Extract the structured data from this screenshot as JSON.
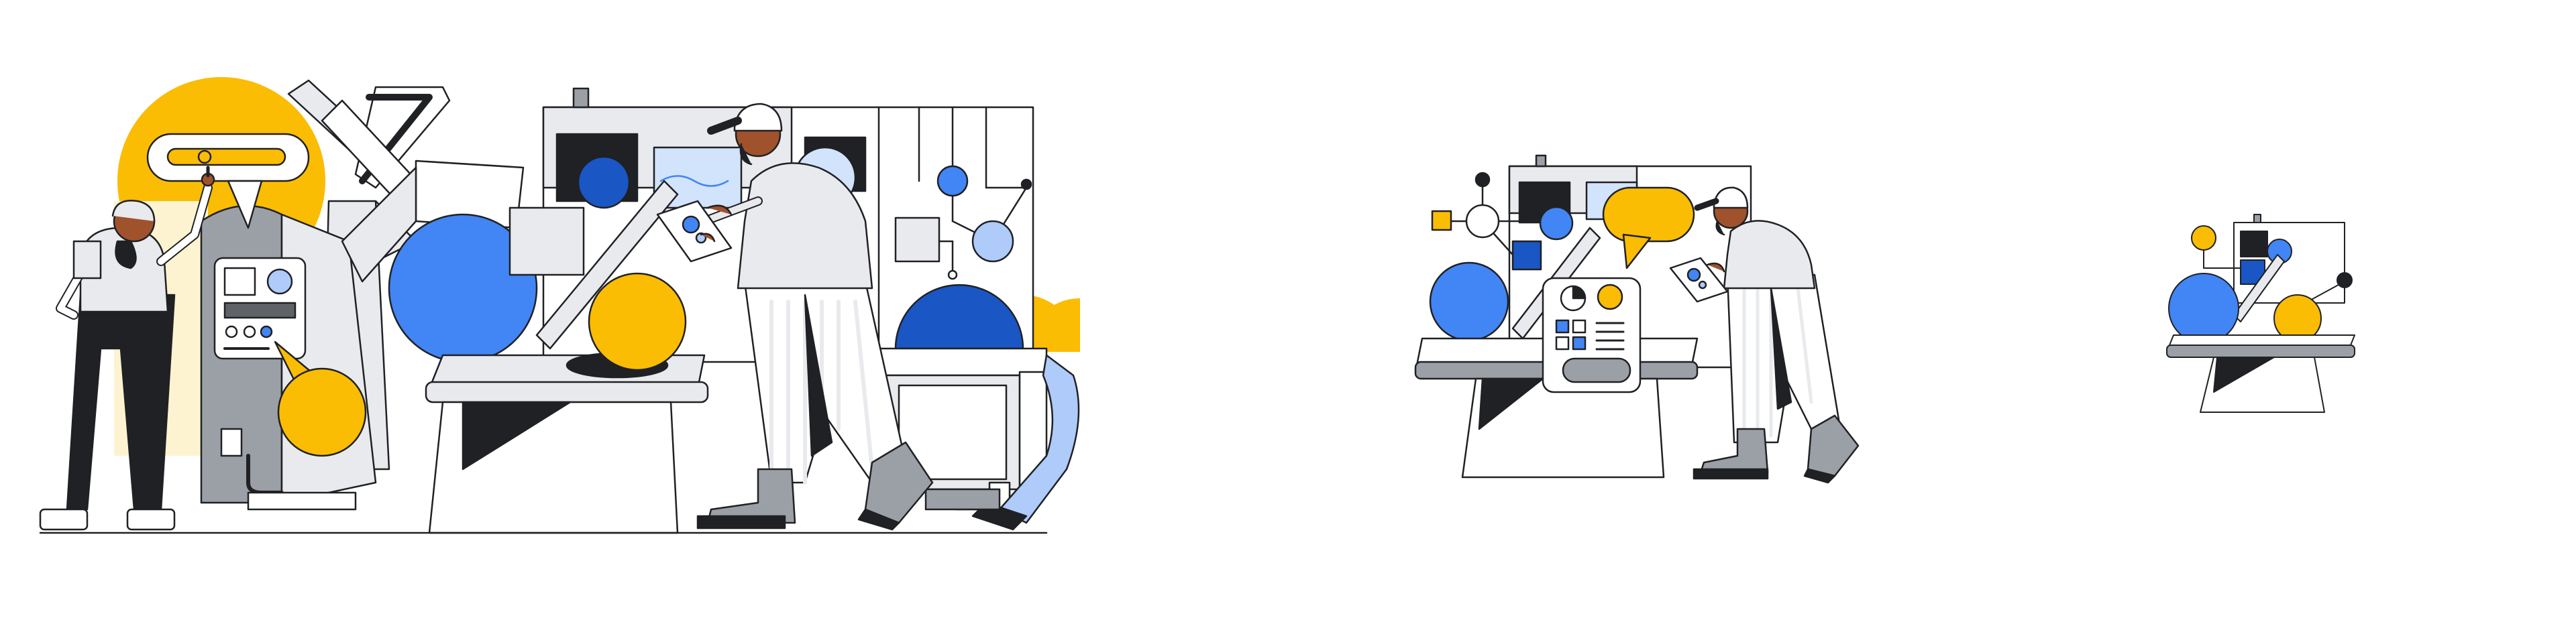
{
  "palette": {
    "yellow": "#FBBC04",
    "blue": "#4285F4",
    "navy": "#1A56C4",
    "light_blue": "#AECBFA",
    "pale_blue": "#D2E3FC",
    "grey": "#9AA0A6",
    "light_grey": "#E8EAED",
    "dark": "#202124",
    "skin": "#A0522D",
    "white": "#FFFFFF"
  },
  "scenes": [
    {
      "name": "factory-scene-large",
      "variant": "large"
    },
    {
      "name": "factory-scene-medium",
      "variant": "medium"
    },
    {
      "name": "factory-scene-small",
      "variant": "small"
    }
  ],
  "icons": {
    "robot_arm": "robot-arm-icon",
    "worker": "worker-icon",
    "tablet": "tablet-icon",
    "speech_bubble": "speech-bubble-icon",
    "control_panel": "control-panel-icon",
    "network_nodes": "network-nodes-icon",
    "conveyor": "conveyor-icon",
    "data_card": "data-card-icon"
  }
}
